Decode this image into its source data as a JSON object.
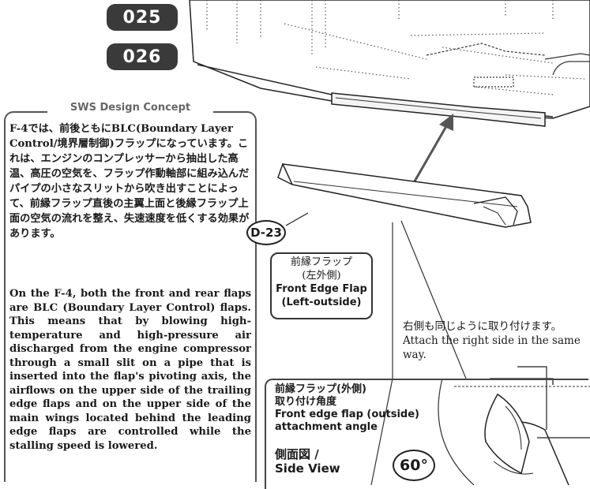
{
  "steps": [
    "025",
    "026"
  ],
  "concept": {
    "title": "SWS Design Concept",
    "text_ja": "F-4では、前後ともにBLC(Boundary Layer Control/境界層制御)フラップになっています。これは、エンジンのコンプレッサーから抽出した高温、高圧の空気を、フラップ作動軸部に組み込んだパイプの小さなスリットから吹き出すことによって、前縁フラップ直後の主翼上面と後縁フラップ上面の空気の流れを整え、失速速度を低くする効果があります。",
    "text_en": "On the F-4, both the front and rear flaps are BLC (Boundary Layer Control) flaps. This means that by blowing high-temperature and high-pressure air discharged from the engine compressor through a small slit on a pipe that is inserted into the flap's pivoting axis, the airflows on the upper side of the trailing edge flaps and on the upper side of the main wings located behind the leading edge flaps are controlled while the stalling speed is lowered."
  },
  "part": {
    "id": "D-23",
    "name_ja": "前縁フラップ",
    "side_ja": "(左外側)",
    "name_en": "Front Edge Flap",
    "side_en": "(Left-outside)"
  },
  "note": {
    "ja": "右側も同じように取り付けます。",
    "en": "Attach the right side in the same way."
  },
  "angle_box": {
    "title_ja_1": "前縁フラップ(外側)",
    "title_ja_2": "取り付け角度",
    "title_en_1": "Front edge flap (outside)",
    "title_en_2": "attachment angle",
    "view_ja": "側面図 /",
    "view_en": "Side View",
    "degree": "60°"
  }
}
